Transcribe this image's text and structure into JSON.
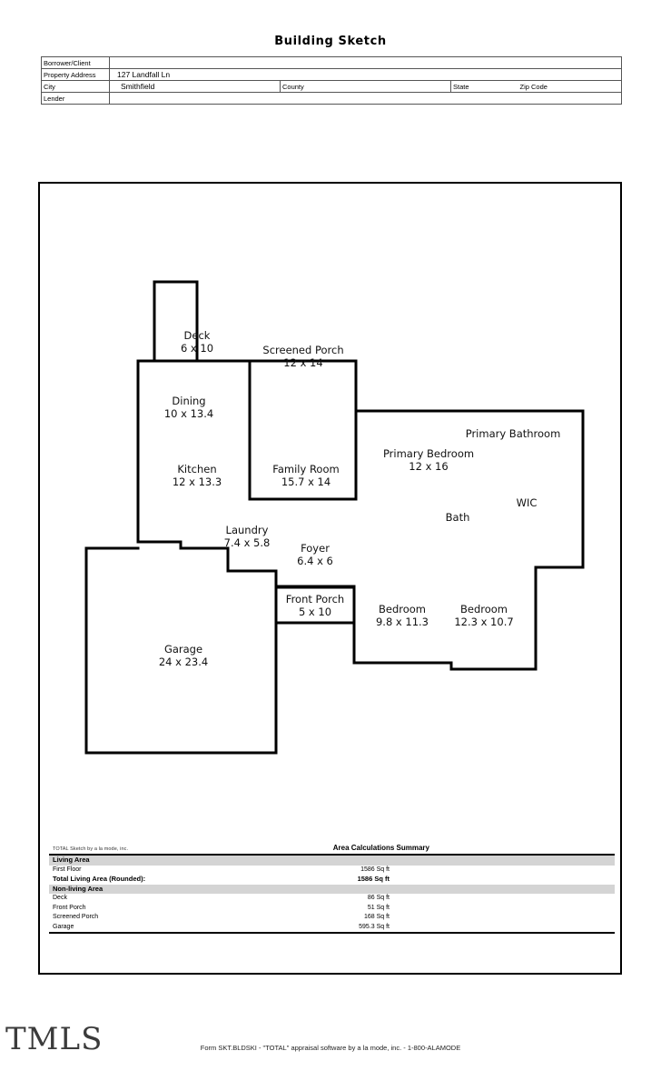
{
  "document": {
    "title": "Building Sketch",
    "form_footer": "Form SKT.BLDSKI - \"TOTAL\" appraisal software by a la mode, inc. - 1-800-ALAMODE",
    "watermark": "TMLS",
    "sketch_credit": "TOTAL Sketch by a la mode, inc."
  },
  "info": {
    "borrower_label": "Borrower/Client",
    "borrower_value": "",
    "property_address_label": "Property Address",
    "property_address_value": "127 Landfall Ln",
    "city_label": "City",
    "city_value": "Smithfield",
    "county_label": "County",
    "county_value": "",
    "state_label": "State",
    "state_value": "",
    "zip_label": "Zip Code",
    "zip_value": "",
    "lender_label": "Lender",
    "lender_value": ""
  },
  "rooms": [
    {
      "name": "Deck",
      "dim": "6 x 10"
    },
    {
      "name": "Screened Porch",
      "dim": "12 x 14"
    },
    {
      "name": "Dining",
      "dim": "10 x 13.4"
    },
    {
      "name": "Primary Bathroom",
      "dim": ""
    },
    {
      "name": "Primary Bedroom",
      "dim": "12 x 16"
    },
    {
      "name": "Kitchen",
      "dim": "12 x 13.3"
    },
    {
      "name": "Family Room",
      "dim": "15.7 x 14"
    },
    {
      "name": "WIC",
      "dim": ""
    },
    {
      "name": "Bath",
      "dim": ""
    },
    {
      "name": "Laundry",
      "dim": "7.4 x 5.8"
    },
    {
      "name": "Foyer",
      "dim": "6.4 x 6"
    },
    {
      "name": "Front Porch",
      "dim": "5 x 10"
    },
    {
      "name": "Bedroom",
      "dim": "9.8 x 11.3"
    },
    {
      "name": "Bedroom",
      "dim": "12.3 x 10.7"
    },
    {
      "name": "Garage",
      "dim": "24 x 23.4"
    }
  ],
  "summary": {
    "heading": "Area Calculations Summary",
    "living_area_label": "Living Area",
    "rows_living": [
      {
        "label": "First Floor",
        "amount": "1586 Sq ft"
      }
    ],
    "total_label": "Total Living Area (Rounded):",
    "total_amount": "1586 Sq ft",
    "nonliving_label": "Non-living Area",
    "rows_nonliving": [
      {
        "label": "Deck",
        "amount": "86 Sq ft"
      },
      {
        "label": "Front Porch",
        "amount": "51 Sq ft"
      },
      {
        "label": "Screened Porch",
        "amount": "168 Sq ft"
      },
      {
        "label": "Garage",
        "amount": "595.3 Sq ft"
      }
    ]
  }
}
